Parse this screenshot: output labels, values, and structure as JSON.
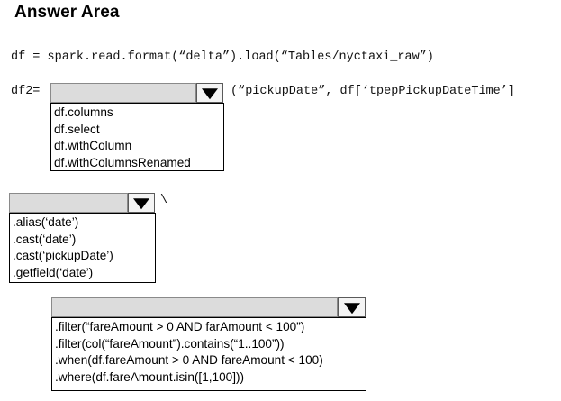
{
  "title": "Answer Area",
  "line1": "df = spark.read.format(“delta”).load(“Tables/nyctaxi_raw”)",
  "line2_prefix": "df2=",
  "line2_suffix": "(“pickupDate”, df[‘tpepPickupDateTime’]",
  "dropdown2_suffix": "\\",
  "dropdown1": {
    "options": [
      "df.columns",
      "df.select",
      "df.withColumn",
      "df.withColumnsRenamed"
    ]
  },
  "dropdown2": {
    "options": [
      ".alias(‘date’)",
      ".cast(‘date’)",
      ".cast(‘pickupDate’)",
      ".getfield(‘date’)"
    ]
  },
  "dropdown3": {
    "options": [
      ".filter(“fareAmount > 0 AND farAmount < 100”)",
      ".filter(col(“fareAmount”).contains(“1..100”))",
      ".when(df.fareAmount > 0 AND fareAmount < 100)",
      ".where(df.fareAmount.isin([1,100]))"
    ]
  },
  "icons": {
    "dropdown_arrow": "triangle-down"
  }
}
